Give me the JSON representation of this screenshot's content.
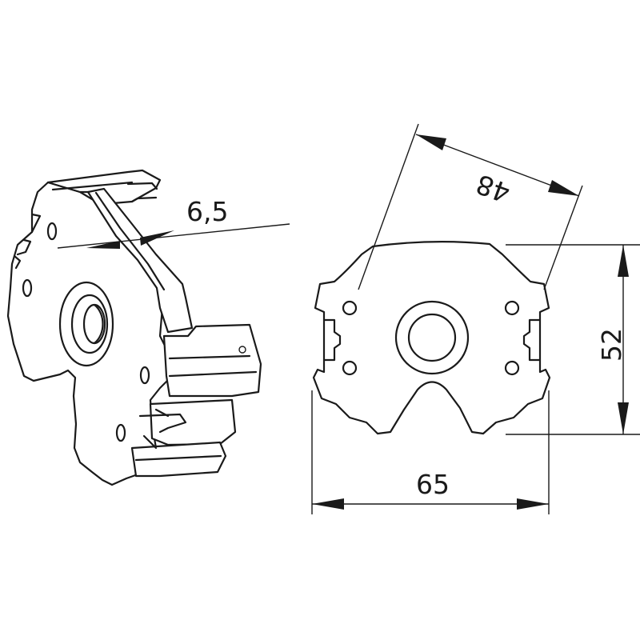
{
  "dimensions": {
    "thickness": "6,5",
    "bore_diagonal": "48",
    "height": "52",
    "width": "65"
  },
  "colors": {
    "line": "#1a1a1a",
    "background": "#ffffff"
  }
}
